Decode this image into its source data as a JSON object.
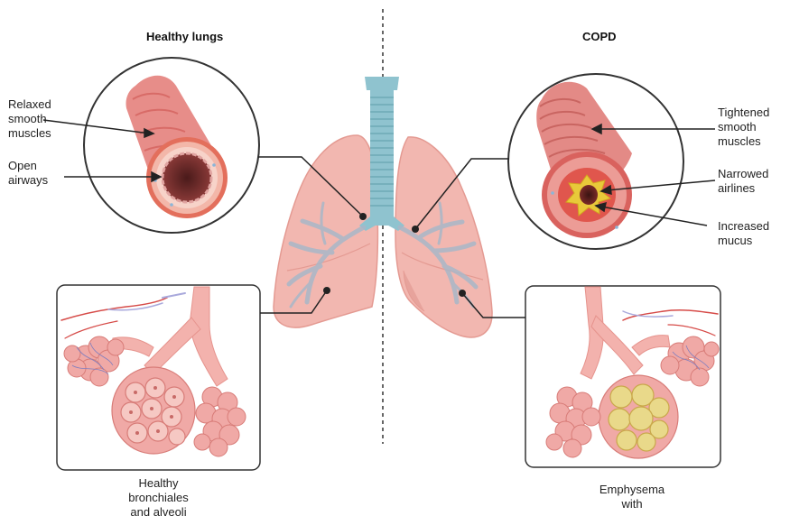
{
  "titles": {
    "left": "Healthy lungs",
    "right": "COPD"
  },
  "left_labels": {
    "relaxed": "Relaxed\nsmooth\nmuscles",
    "open": "Open\nairways",
    "bottom": "Healthy\nbronchiales\nand alveoli"
  },
  "right_labels": {
    "tightened": "Tightened\nsmooth\nmuscles",
    "narrowed": "Narrowed\nairlines",
    "mucus": "Increased\nmucus",
    "bottom": "Emphysema\nwith"
  },
  "colors": {
    "lung": "#f2b7b0",
    "lung_edge": "#e49a92",
    "trachea": "#8fc3cf",
    "airway": "#d9716c",
    "airway_dark": "#b94f4c",
    "mucus": "#e8c93a",
    "vessel_blue": "#a9a9dc",
    "vessel_red": "#d64b48",
    "alveoli": "#f0a9a6",
    "emphysema": "#e9d98a"
  }
}
